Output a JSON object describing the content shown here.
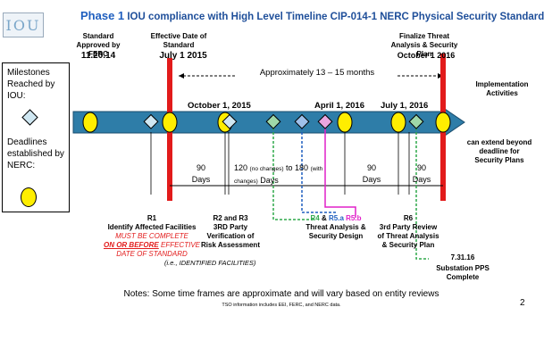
{
  "logo": "IOU",
  "title": {
    "phase": "Phase 1",
    "rest": "IOU compliance with High Level Timeline  CIP-014-1 NERC Physical Security Standard"
  },
  "legend": {
    "milestones": "Milestones Reached by IOU:",
    "deadlines": "Deadlines established by NERC:"
  },
  "top_labels": {
    "approved": "Standard Approved by FERC",
    "approved_date": "11.20.14",
    "effective": "Effective Date of Standard",
    "effective_date": "July 1  2015",
    "finalize": "Finalize Threat Analysis & Security Plan",
    "finalize_date": "October 1 2016",
    "implementation": "Implementation Activities",
    "approx": "Approximately 13 – 15 months"
  },
  "axis_dates": [
    "October 1, 2015",
    "April 1, 2016",
    "July 1, 2016"
  ],
  "durations": {
    "d1_num": "90",
    "d1_unit": "Days",
    "d2_a": "120",
    "d2_b": "(no changes)",
    "d2_c": "to 180",
    "d2_d": "(with changes)",
    "d2_e": "Days",
    "d3_num": "90",
    "d3_unit": "Days",
    "d4_num": "90",
    "d4_unit": "Days"
  },
  "extend": "can extend beyond deadline for Security Plans",
  "r1": {
    "code": "R1",
    "text": "Identify Affected Facilities",
    "warn1": "MUST BE COMPLETE",
    "warn2a": "ON OR BEFORE",
    "warn2b": " EFFECTIVE",
    "warn3": "DATE OF STANDARD",
    "ie": "(i.e., IDENTIFIED FACILITIES)"
  },
  "r2r3": {
    "code": "R2 and R3",
    "l1": "3RD Party",
    "l2": "Verification of",
    "l3": "Risk Assessment"
  },
  "r45": {
    "r4": "R4",
    "amp": "&",
    "r5a": "R5.a",
    "r5b": "R5.b",
    "l1": "Threat Analysis &",
    "l2": "Security Design"
  },
  "r6": {
    "code": "R6",
    "l1": "3rd Party Review",
    "l2": "of Threat Analysis",
    "l3": "& Security Plan"
  },
  "pps": {
    "date": "7.31.16",
    "l1": "Substation PPS",
    "l2": "Complete"
  },
  "notes": "Notes:  Some time frames are approximate and will vary based on entity reviews",
  "tso": "TSO information includes EEI, FERC, and NERC data.",
  "page_number": "2",
  "colors": {
    "arrow": "#2e7da8",
    "red": "#e21b1b",
    "green": "#2ea84a",
    "blue": "#1f5fbf",
    "magenta": "#e020c8",
    "yellow": "#ffee00"
  }
}
